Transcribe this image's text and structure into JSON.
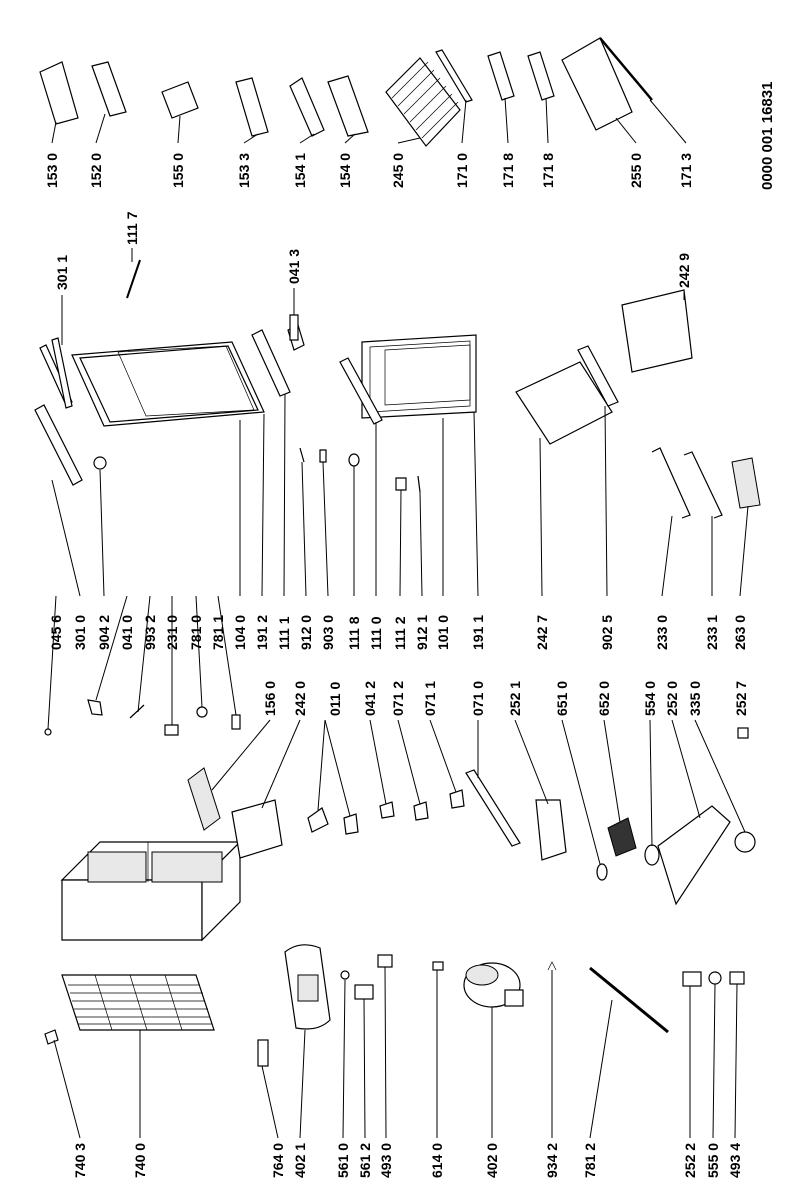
{
  "document_number": "0000 001 16831",
  "parts": {
    "p7403": "740 3",
    "p7400": "740 0",
    "p7640": "764 0",
    "p4021": "402 1",
    "p5610": "561 0",
    "p5612": "561 2",
    "p4930": "493 0",
    "p6140": "614 0",
    "p4020": "402 0",
    "p9342": "934 2",
    "p7812": "781 2",
    "p2522": "252 2",
    "p5550": "555 0",
    "p4934": "493 4",
    "p1560": "156 0",
    "p2420": "242 0",
    "p0110": "011 0",
    "p0412": "041 2",
    "p0712": "071 2",
    "p0711": "071 1",
    "p0710": "071 0",
    "p2521": "252 1",
    "p6510": "651 0",
    "p6520": "652 0",
    "p5540": "554 0",
    "p2520": "252 0",
    "p3350": "335 0",
    "p2527": "252 7",
    "p0456": "045 6",
    "p3010": "301 0",
    "p9042": "904 2",
    "p0410": "041 0",
    "p9932": "993 2",
    "p2310": "231 0",
    "p7810": "781 0",
    "p7811": "781 1",
    "p1040": "104 0",
    "p1912": "191 2",
    "p1111": "111 1",
    "p9120": "912 0",
    "p9030": "903 0",
    "p1118": "111 8",
    "p1110": "111 0",
    "p1112": "111 2",
    "p9121": "912 1",
    "p1010": "101 0",
    "p1911": "191 1",
    "p2427": "242 7",
    "p9025": "902 5",
    "p2330": "233 0",
    "p2331": "233 1",
    "p2630": "263 0",
    "p3011": "301 1",
    "p0413": "041 3",
    "p1117": "111 7",
    "p2429": "242 9",
    "p1530": "153 0",
    "p1520": "152 0",
    "p1550": "155 0",
    "p1533": "153 3",
    "p1541": "154 1",
    "p1540": "154 0",
    "p2450": "245 0",
    "p1710": "171 0",
    "p1718a": "171 8",
    "p1718b": "171 8",
    "p2550": "255 0",
    "p1713": "171 3"
  }
}
